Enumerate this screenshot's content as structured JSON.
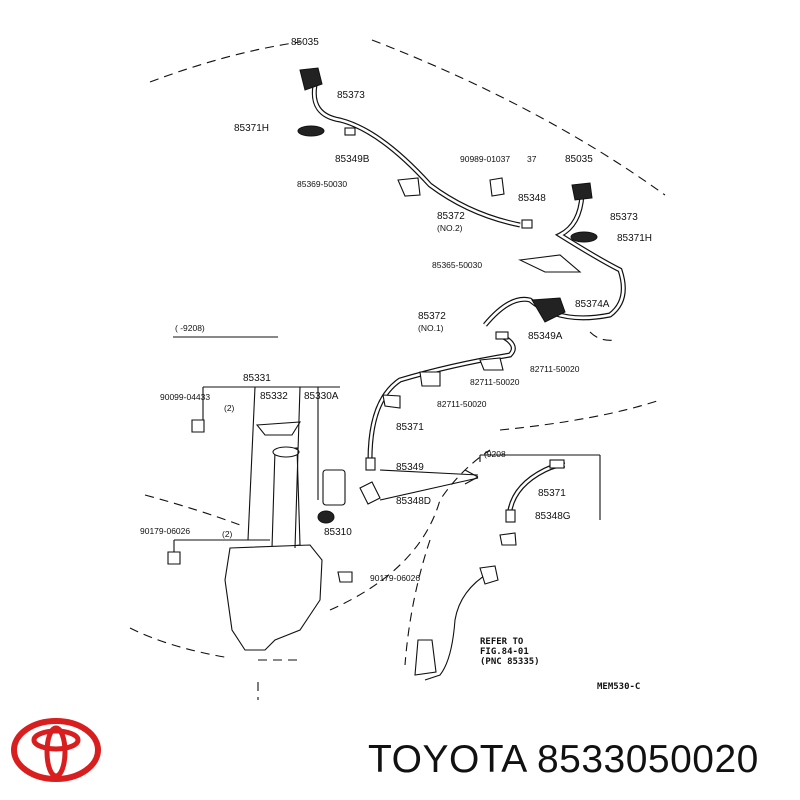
{
  "diagram": {
    "labels": {
      "p85035_top": "85035",
      "p85373_top": "85373",
      "p85371H_left": "85371H",
      "p85349B": "85349B",
      "p85369": "85369-50030",
      "p90989": "90989-01037",
      "p37": "37",
      "p85035_right": "85035",
      "p85348": "85348",
      "p85373_right": "85373",
      "p85372_no2": "85372",
      "no2": "(NO.2)",
      "p85371H_right": "85371H",
      "p85365": "85365-50030",
      "p85374A": "85374A",
      "p85372_no1": "85372",
      "no1": "(NO.1)",
      "p85349A": "85349A",
      "box_range_left": "(   -9208)",
      "p85331": "85331",
      "p82711_a": "82711-50020",
      "p82711_b": "82711-50020",
      "p82711_c": "82711-50020",
      "p90099": "90099-04433",
      "p85332": "85332",
      "p85330A": "85330A",
      "qty2_a": "(2)",
      "p85371_mid": "85371",
      "p85349_mid": "85349",
      "p85348D": "85348D",
      "box_range_right": "(9208-",
      "p85371_right": "85371",
      "p85348G": "85348G",
      "p90179_left": "90179-06026",
      "qty2_b": "(2)",
      "p85310": "85310",
      "p90179_bottom": "90179-06026",
      "refer1": "REFER TO",
      "refer2": "FIG.84-01",
      "refer3": "(PNC 85335)",
      "code": "MEM530-C"
    }
  },
  "brand": {
    "name": "TOYOTA",
    "part_number": "8533050020",
    "logo_color": "#d81e1e"
  }
}
